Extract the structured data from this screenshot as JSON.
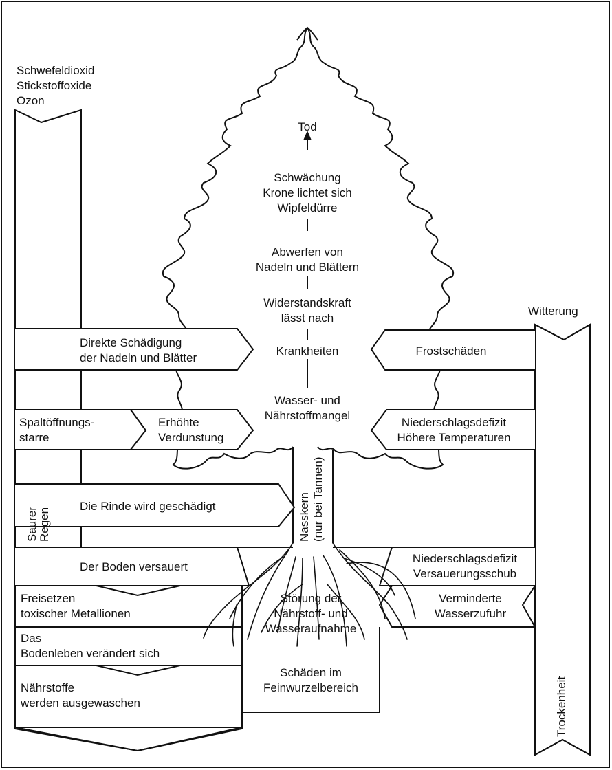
{
  "pollutants": {
    "line1": "Schwefeldioxid",
    "line2": "Stickstoffoxide",
    "line3": "Ozon"
  },
  "weather": {
    "label": "Witterung"
  },
  "side_labels": {
    "acid_rain_1": "Saurer",
    "acid_rain_2": "Regen",
    "drought": "Trockenheit"
  },
  "chain": {
    "death": "Tod",
    "weakening_1": "Schwächung",
    "weakening_2": "Krone lichtet sich",
    "weakening_3": "Wipfeldürre",
    "shedding_1": "Abwerfen von",
    "shedding_2": "Nadeln und Blättern",
    "resistance_1": "Widerstandskraft",
    "resistance_2": "lässt nach",
    "diseases": "Krankheiten",
    "deficiency_1": "Wasser- und",
    "deficiency_2": "Nährstoffmangel",
    "wet_core_1": "Nasskern",
    "wet_core_2": "(nur bei Tannen)"
  },
  "left_causes": {
    "direct_damage_1": "Direkte Schädigung",
    "direct_damage_2": "der Nadeln und Blätter",
    "stomata_1": "Spaltöffnungs-",
    "stomata_2": "starre",
    "evaporation_1": "Erhöhte",
    "evaporation_2": "Verdunstung",
    "bark": "Die Rinde wird geschädigt",
    "soil_acid": "Der Boden versauert",
    "metal_ions_1": "Freisetzen",
    "metal_ions_2": "toxischer Metallionen",
    "soil_life_1": "Das",
    "soil_life_2": "Bodenleben verändert sich",
    "nutrients_1": "Nährstoffe",
    "nutrients_2": "werden ausgewaschen"
  },
  "right_causes": {
    "frost": "Frostschäden",
    "precip_1": "Niederschlagsdefizit",
    "precip_2": "Höhere Temperaturen",
    "acid_push_1": "Niederschlagsdefizit",
    "acid_push_2": "Versauerungsschub",
    "water_supply_1": "Verminderte",
    "water_supply_2": "Wasserzufuhr"
  },
  "roots": {
    "uptake_1": "Störung der",
    "uptake_2": "Nährstoff- und",
    "uptake_3": "Wasseraufnahme",
    "fine_roots_1": "Schäden im",
    "fine_roots_2": "Feinwurzelbereich"
  }
}
